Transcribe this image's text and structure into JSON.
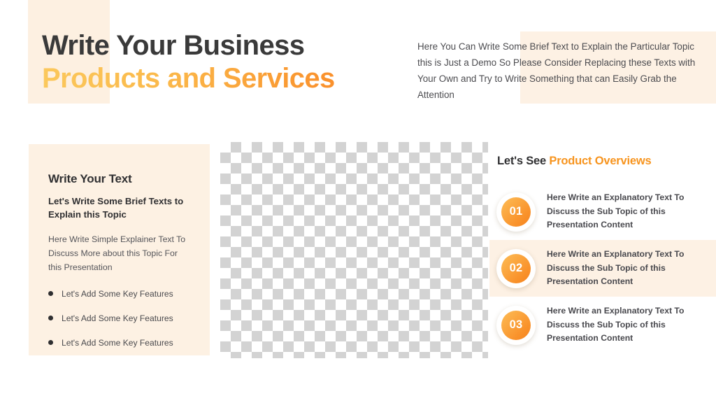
{
  "slide": {
    "headline": {
      "line1": "Write Your Business",
      "line2": "Products and Services"
    },
    "header_paragraph": "Here You Can Write Some Brief Text to Explain the Particular Topic this is Just a Demo So Please Consider Replacing these Texts with Your Own and Try to Write Something that can Easily Grab the Attention",
    "left_card": {
      "title": "Write Your Text",
      "subtitle": "Let's Write Some Brief Texts to Explain this Topic",
      "body": "Here Write Simple Explainer Text To Discuss More about this Topic For this Presentation",
      "bullets": [
        "Let's Add Some Key Features",
        "Let's Add Some Key Features",
        "Let's Add Some Key Features"
      ]
    },
    "image_placeholder": {
      "name": "transparent-checkerboard-placeholder"
    },
    "right_heading": {
      "dark": "Let's See ",
      "accent": "Product Overviews"
    },
    "overviews": [
      {
        "number": "01",
        "text": "Here Write an Explanatory Text To Discuss the Sub Topic of this Presentation Content",
        "highlighted": false
      },
      {
        "number": "02",
        "text": "Here Write an Explanatory Text To Discuss the Sub Topic of this Presentation Content",
        "highlighted": true
      },
      {
        "number": "03",
        "text": "Here Write an Explanatory Text To Discuss the Sub Topic of this Presentation Content",
        "highlighted": false
      }
    ],
    "colors": {
      "accent_orange": "#f7941e",
      "gradient_start": "#fbc85c",
      "gradient_end": "#f97d1c",
      "cream": "#fdf1e3",
      "dark_text": "#303032",
      "body_text": "#4c4c50",
      "checker_gray": "#d3d3d3"
    }
  }
}
